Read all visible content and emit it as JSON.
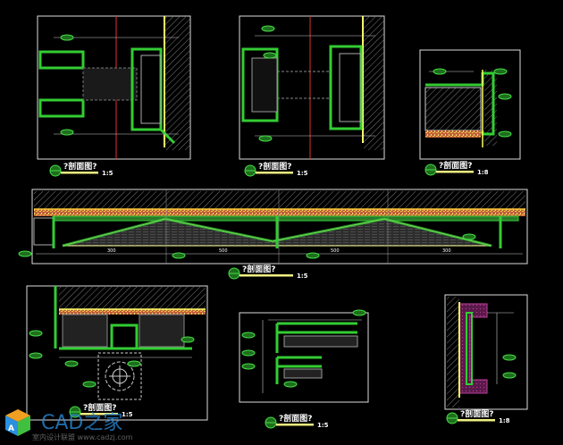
{
  "drawing": {
    "views": [
      {
        "title": "?剖面图?",
        "scale": "1:5"
      },
      {
        "title": "?剖面图?",
        "scale": "1:5"
      },
      {
        "title": "?剖面图?",
        "scale": "1:8"
      },
      {
        "title": "?剖面图?",
        "scale": "1:5"
      },
      {
        "title": "?剖面图?",
        "scale": "1:5"
      },
      {
        "title": "?剖面图?",
        "scale": "1:5"
      },
      {
        "title": "?剖面图?",
        "scale": "1:8"
      }
    ],
    "elevation_dimensions": [
      "300",
      "500",
      "500",
      "300"
    ]
  },
  "watermark": {
    "logo_text": "CAD之家",
    "subtitle": "室内设计联盟 www.cadzj.com"
  },
  "colors": {
    "background": "#000000",
    "frame": "#ffffff",
    "structure": "#33cc33",
    "finish_line": "#ffff66",
    "axis": "#e03030",
    "hatch": "#808080",
    "plaster": "#c89040"
  }
}
